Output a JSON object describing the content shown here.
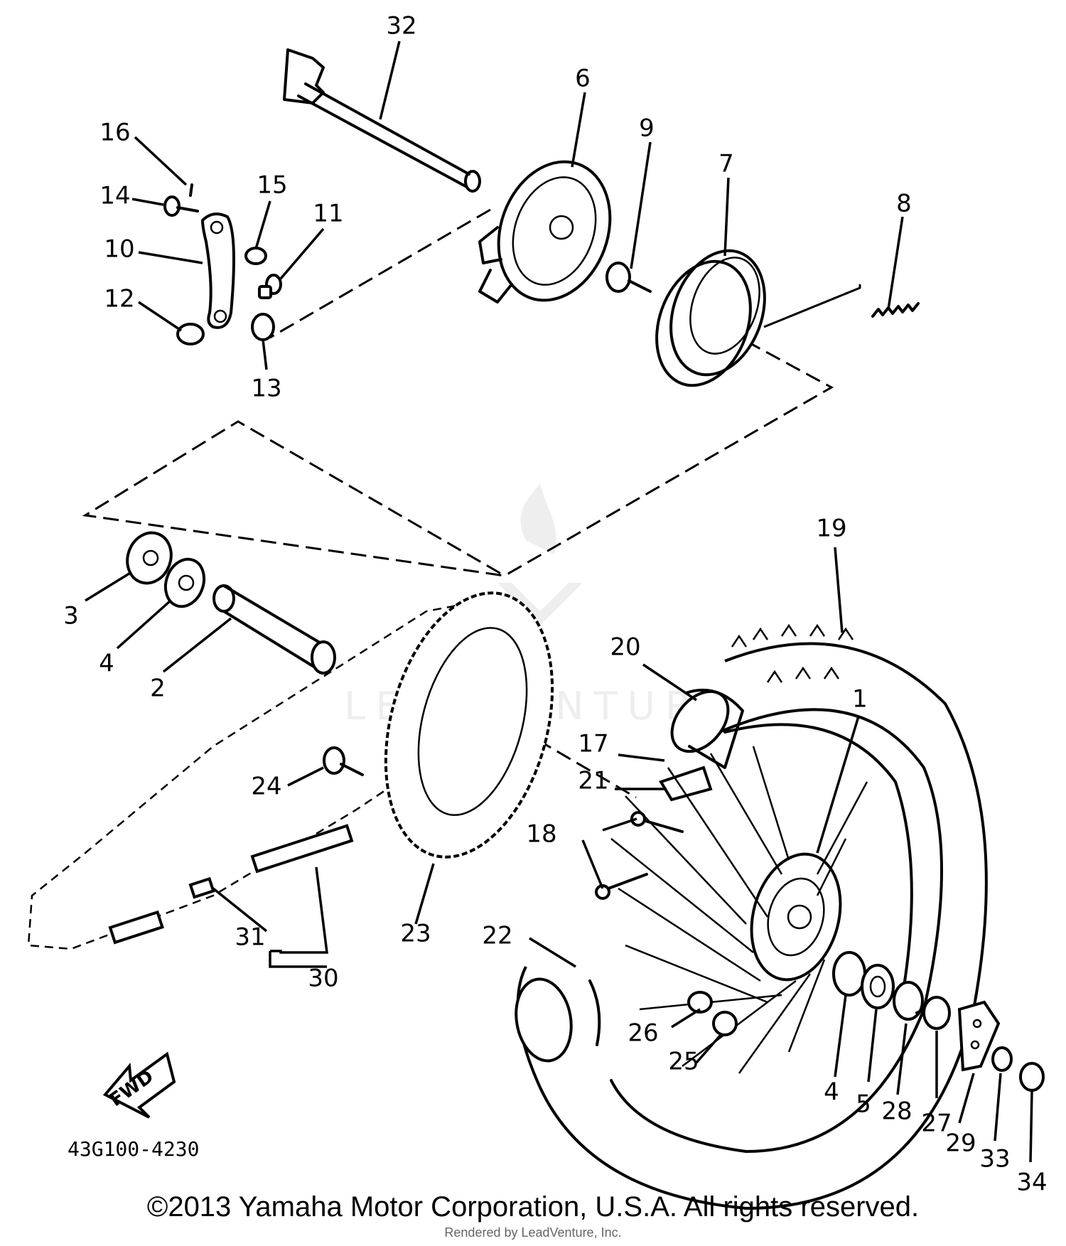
{
  "diagram": {
    "code": "43G100-4230",
    "direction_label": "FWD",
    "watermark": "LEADVENTURE",
    "callouts": [
      "32",
      "6",
      "9",
      "7",
      "8",
      "16",
      "15",
      "14",
      "11",
      "10",
      "12",
      "13",
      "19",
      "3",
      "4",
      "2",
      "20",
      "17",
      "21",
      "1",
      "24",
      "18",
      "23",
      "22",
      "31",
      "30",
      "26",
      "25",
      "4",
      "5",
      "28",
      "27",
      "29",
      "33",
      "34"
    ]
  },
  "footer": {
    "copyright": "©2013 Yamaha Motor Corporation, U.S.A. All rights reserved.",
    "renderer": "Rendered by LeadVenture, Inc."
  }
}
